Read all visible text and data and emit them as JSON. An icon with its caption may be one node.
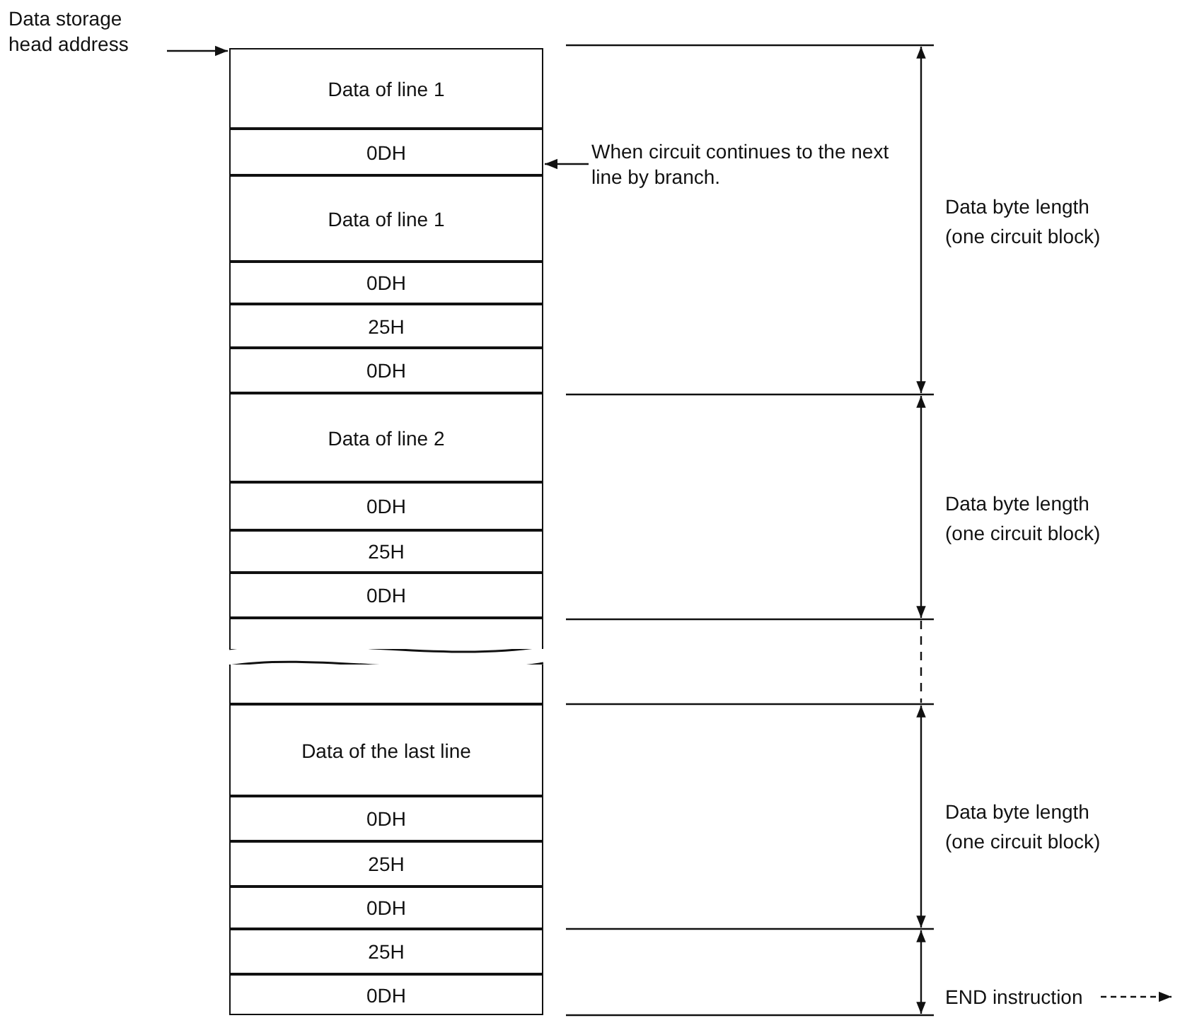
{
  "diagram": {
    "nodes": [
      {
        "text": [
          "Data storage head address"
        ]
      },
      {
        "text": [
          "Data of line 1"
        ]
      },
      {
        "text": [
          "0DH"
        ]
      },
      {
        "text": [
          "Data of line 1"
        ]
      },
      {
        "text": [
          "0DH"
        ]
      },
      {
        "text": [
          "25H"
        ]
      },
      {
        "text": [
          "0DH"
        ]
      },
      {
        "text": [
          "Data of line 2"
        ]
      },
      {
        "text": [
          "0DH"
        ]
      },
      {
        "text": [
          "25H"
        ]
      },
      {
        "text": [
          "0DH"
        ]
      },
      {
        "text": [],
        "shape": "box"
      },
      {
        "text": [],
        "shape": "box"
      },
      {
        "text": [
          "Data of the last line"
        ]
      },
      {
        "text": [
          "0DH"
        ]
      },
      {
        "text": [
          "25H"
        ]
      },
      {
        "text": [
          "0DH"
        ]
      },
      {
        "text": [
          "25H"
        ]
      },
      {
        "text": [
          "0DH"
        ]
      },
      {
        "text": [
          "When circuit continues to the next line by branch."
        ]
      },
      {
        "text": [
          "END instruction"
        ]
      }
    ],
    "edges": [
      {
        "from": 0,
        "to": 1,
        "arrow": "to"
      },
      {
        "from": 19,
        "to": 2,
        "arrow": "to"
      },
      {
        "from": 20,
        "to": null,
        "arrow": "to",
        "style": "dashed"
      }
    ],
    "labels": [
      "Data byte length (one circuit block)",
      "Data byte length (one circuit block)",
      "Data byte length (one circuit block)"
    ]
  }
}
